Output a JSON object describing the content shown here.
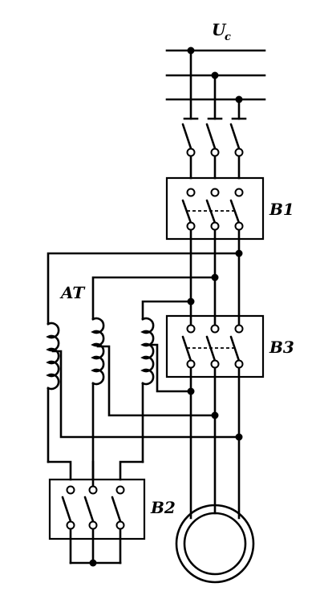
{
  "labels": {
    "supply_main": "U",
    "supply_sub": "c",
    "breaker_1": "B1",
    "breaker_2": "B2",
    "breaker_3": "B3",
    "autotransformer": "AT"
  }
}
